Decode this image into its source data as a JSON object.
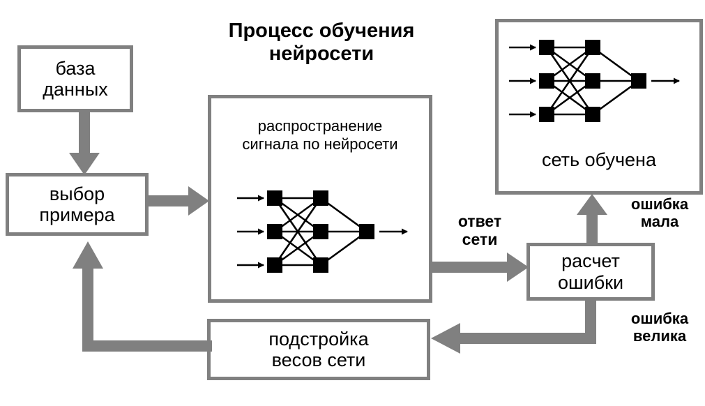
{
  "diagram": {
    "title": "Процесс обучения\nнейросети",
    "language": "ru",
    "colors": {
      "box_border": "#808080",
      "arrow": "#808080",
      "text": "#000000",
      "node": "#000000",
      "background": "#ffffff"
    },
    "nodes": [
      {
        "id": "database",
        "label": "база\nданных"
      },
      {
        "id": "select-example",
        "label": "выбор\nпримера"
      },
      {
        "id": "forward-propagation",
        "label": "распространение\nсигнала по нейросети"
      },
      {
        "id": "trained-network",
        "label": "сеть обучена"
      },
      {
        "id": "error-calculation",
        "label": "расчет\nошибки"
      },
      {
        "id": "weight-adjustment",
        "label": "подстройка\nвесов сети"
      }
    ],
    "edge_labels": [
      {
        "id": "network-answer",
        "label": "ответ\nсети"
      },
      {
        "id": "error-small",
        "label": "ошибка\nмала"
      },
      {
        "id": "error-large",
        "label": "ошибка\nвелика"
      }
    ],
    "neural_network": {
      "layers": [
        3,
        3,
        1
      ],
      "input_arrow_count": 3,
      "output_arrow_count": 1,
      "node_shape": "square",
      "fully_connected": true
    }
  }
}
